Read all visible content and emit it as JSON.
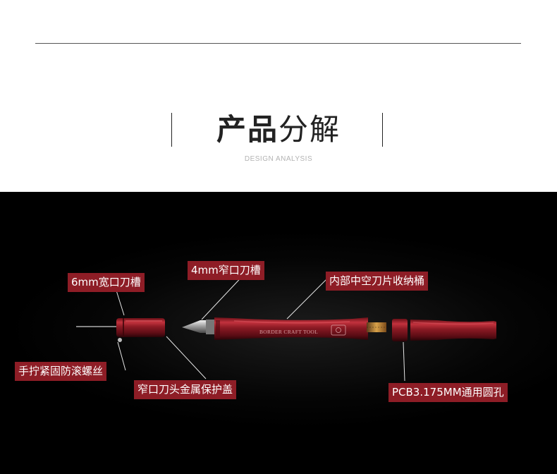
{
  "header": {
    "title_bold": "产品",
    "title_light": "分解",
    "subtitle": "DESIGN ANALYSIS"
  },
  "product": {
    "engraving": "BORDER CRAFT TOOL",
    "colors": {
      "body": "#8b1a24",
      "label_bg": "#8e1d26",
      "panel": "#000000"
    }
  },
  "callouts": [
    {
      "id": "wide-slot",
      "text": "6mm宽口刀槽"
    },
    {
      "id": "narrow-slot",
      "text": "4mm窄口刀槽"
    },
    {
      "id": "storage-barrel",
      "text": "内部中空刀片收纳桶"
    },
    {
      "id": "anti-roll-screw",
      "text": "手拧紧固防滚螺丝"
    },
    {
      "id": "narrow-cap",
      "text": "窄口刀头金属保护盖"
    },
    {
      "id": "pcb-hole",
      "text": "PCB3.175MM通用圆孔"
    }
  ]
}
